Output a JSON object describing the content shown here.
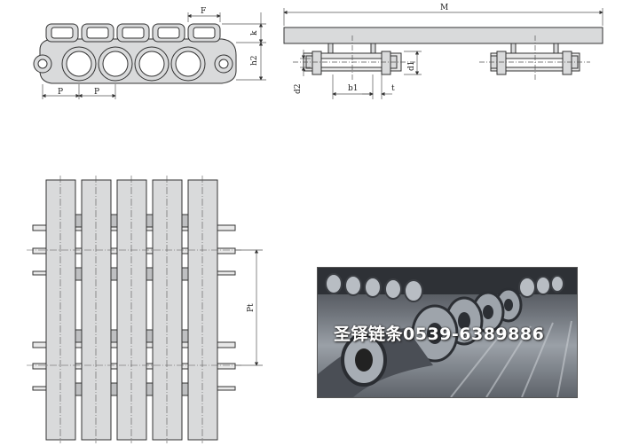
{
  "labels": {
    "pitch_left": "P",
    "pitch_right": "P",
    "flight_width": "F",
    "flight_height": "k",
    "height": "h2",
    "total_width": "M",
    "roller_diameter": "d1",
    "pin_diameter": "d2",
    "inner_width": "b1",
    "plate_thickness": "t",
    "row_pitch": "Pt"
  },
  "photo": {
    "watermark": "圣铎链条0539-6389886"
  },
  "colors": {
    "line": "#333333",
    "fill": "#d9dadb",
    "dim": "#555555"
  }
}
